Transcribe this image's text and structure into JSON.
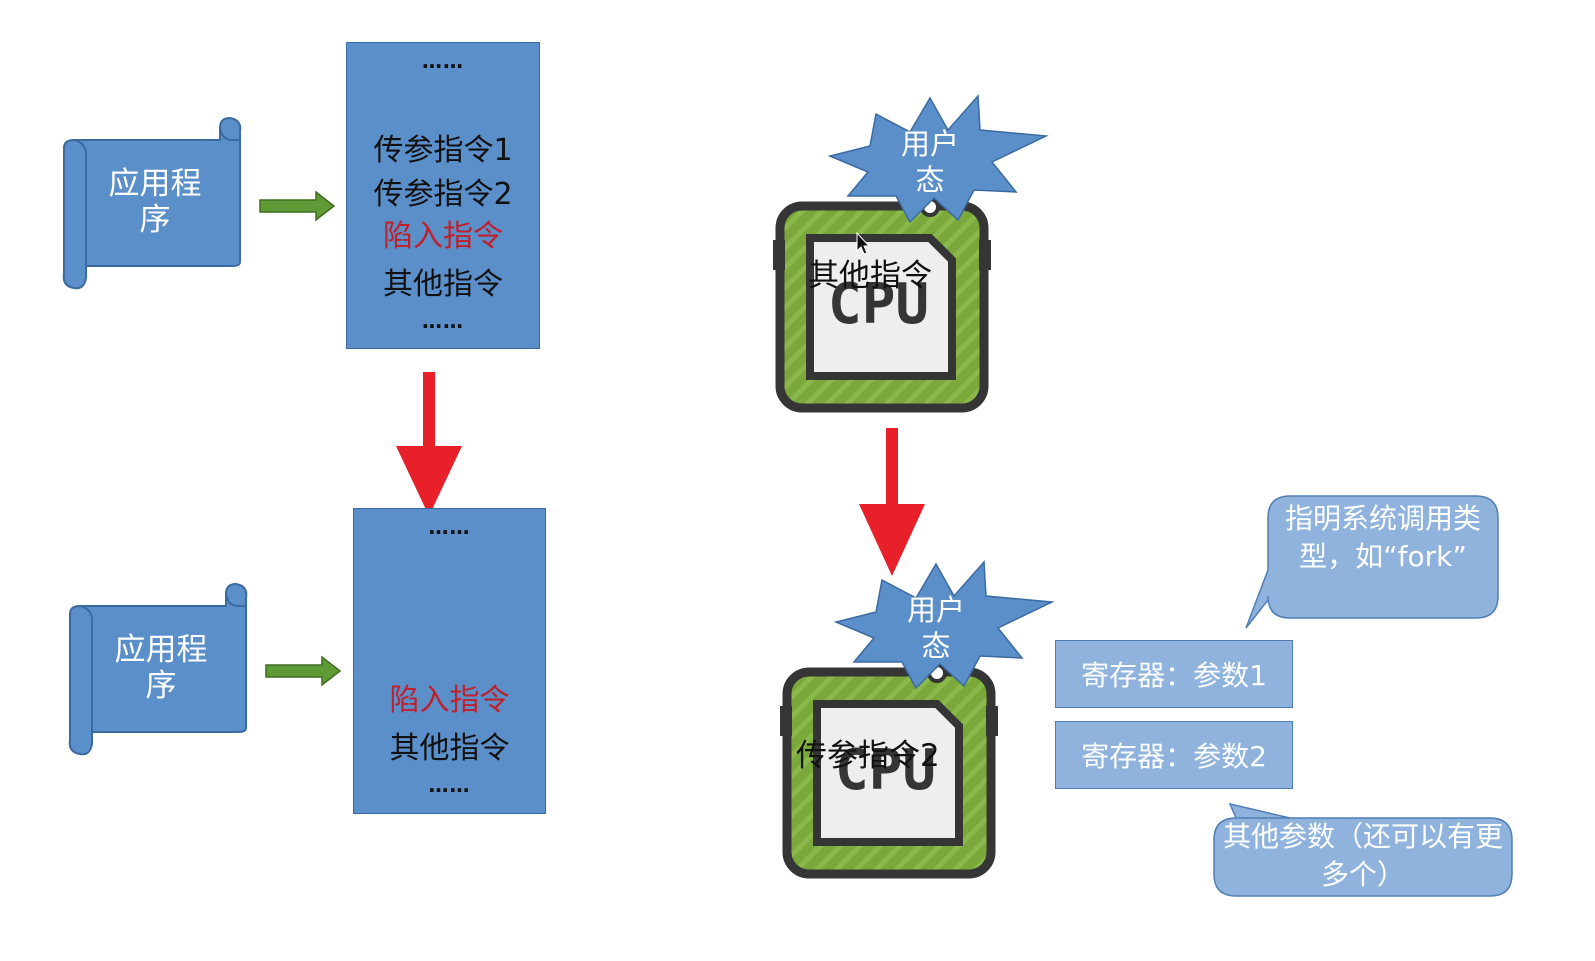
{
  "colors": {
    "box_fill": "#5b8fc9",
    "arrow_red": "#e8202a",
    "arrow_green": "#5e9a35",
    "cpu_green": "#7aa83a",
    "callout_fill": "#8fb3dc",
    "trap_text": "#c0202a"
  },
  "top": {
    "scroll_label": "应用程序",
    "dots_top": "……",
    "instructions": [
      "传参指令1",
      "传参指令2",
      "陷入指令",
      "其他指令"
    ],
    "dots_bottom": "……"
  },
  "bottom": {
    "scroll_label": "应用程序",
    "dots_top": "……",
    "instructions": [
      "陷入指令",
      "其他指令"
    ],
    "dots_bottom": "……"
  },
  "cpu_top": {
    "state_label": "用户态",
    "overlay_text": "其他指令",
    "chip_label": "CPU"
  },
  "cpu_bottom": {
    "state_label": "用户态",
    "overlay_text": "传参指令2",
    "chip_label": "CPU"
  },
  "registers": [
    "寄存器：参数1",
    "寄存器：参数2"
  ],
  "callouts": {
    "syscall_type": "指明系统调用类型，如“fork”",
    "other_params": "其他参数（还可以有更多个）"
  }
}
